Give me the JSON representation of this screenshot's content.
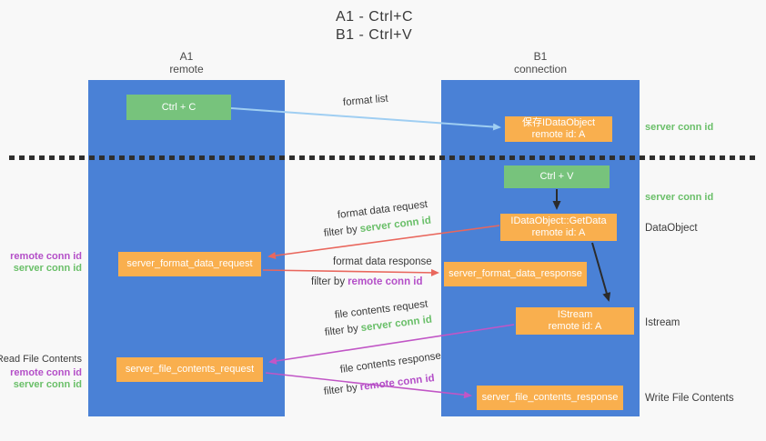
{
  "title": {
    "line1": "A1 - Ctrl+C",
    "line2": "B1 - Ctrl+V"
  },
  "columns": {
    "left": {
      "title": "A1",
      "subtitle": "remote"
    },
    "right": {
      "title": "B1",
      "subtitle": "connection"
    }
  },
  "nodes": {
    "ctrl_c": "Ctrl + C",
    "save_idataobject": {
      "line1": "保存IDataObject",
      "line2": "remote id: A"
    },
    "ctrl_v": "Ctrl + V",
    "getdata": {
      "line1": "IDataObject::GetData",
      "line2": "remote id: A"
    },
    "format_request": "server_format_data_request",
    "format_response": "server_format_data_response",
    "istream": {
      "line1": "IStream",
      "line2": "remote id: A"
    },
    "file_request": "server_file_contents_request",
    "file_response": "server_file_contents_response"
  },
  "right_labels": {
    "server_conn_id_top": "server conn id",
    "server_conn_id_mid": "server conn id",
    "dataobject": "DataObject",
    "istream": "Istream",
    "write_file_contents": "Write File Contents"
  },
  "left_labels": {
    "remote_conn_id_top": "remote conn id",
    "server_conn_id_top": "server conn id",
    "read_file_contents": "Read File Contents",
    "remote_conn_id_bottom": "remote conn id",
    "server_conn_id_bottom": "server conn id"
  },
  "flow_labels": {
    "format_list": "format list",
    "format_data_request": "format data request",
    "format_data_response": "format data response",
    "file_contents_request": "file contents request",
    "file_contents_response": "file contents response",
    "filter_by": "filter by",
    "server_conn_id": "server conn id",
    "remote_conn_id": "remote conn id"
  },
  "colors": {
    "column_blue": "#4a81d6",
    "box_orange": "#f9af4e",
    "box_green": "#77c37c",
    "arrow_light_blue": "#9fcef2",
    "arrow_red": "#e9675d",
    "arrow_purple": "#c156c6",
    "arrow_black": "#2b2b2b",
    "label_green": "#6abf69",
    "label_purple": "#b44fc8"
  }
}
